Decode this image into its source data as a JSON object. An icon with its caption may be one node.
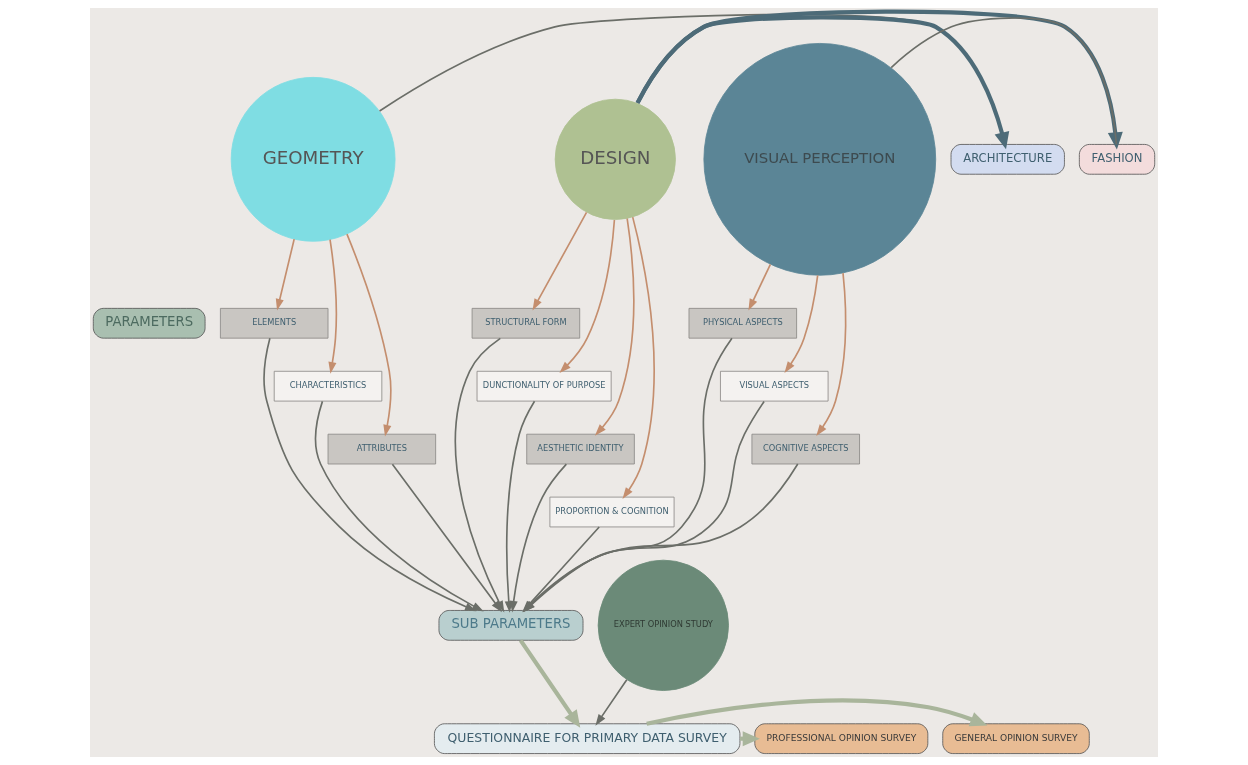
{
  "diagram": {
    "nodes": [
      {
        "text": [
          "GEOMETRY"
        ]
      },
      {
        "text": [
          "ARCHITECTURE"
        ]
      },
      {
        "text": [
          "DESIGN"
        ]
      },
      {
        "text": [
          "FASHION"
        ]
      },
      {
        "text": [
          "VISUAL PERCEPTION"
        ]
      },
      {
        "text": [
          "PARAMETERS"
        ]
      },
      {
        "text": [
          "ELEMENTS"
        ]
      },
      {
        "text": [
          "CHARACTERISTICS"
        ]
      },
      {
        "text": [
          "ATTRIBUTES"
        ]
      },
      {
        "text": [
          "STRUCTURAL FORM"
        ]
      },
      {
        "text": [
          "DUNCTIONALITY OF PURPOSE"
        ]
      },
      {
        "text": [
          "AESTHETIC IDENTITY"
        ]
      },
      {
        "text": [
          "PROPORTION & COGNITION"
        ]
      },
      {
        "text": [
          "PHYSICAL ASPECTS"
        ]
      },
      {
        "text": [
          "VISUAL ASPECTS"
        ]
      },
      {
        "text": [
          "COGNITIVE ASPECTS"
        ]
      },
      {
        "text": [
          "SUB PARAMETERS"
        ]
      },
      {
        "text": [
          "EXPERT OPINION STUDY"
        ]
      },
      {
        "text": [
          "QUESTIONNAIRE FOR PRIMARY DATA SURVEY"
        ]
      },
      {
        "text": [
          "GENERAL OPINION SURVEY"
        ]
      },
      {
        "text": [
          "PROFESSIONAL OPINION SURVEY"
        ]
      }
    ],
    "edges": [
      {
        "from": 1,
        "to": 0,
        "arrow": "none"
      },
      {
        "from": 2,
        "to": 1,
        "arrow": "to",
        "color": "#4d6b78",
        "style": "thick"
      },
      {
        "from": 2,
        "to": 3,
        "arrow": "to",
        "color": "#4d6b78",
        "style": "thick"
      },
      {
        "from": 3,
        "to": 4,
        "arrow": "none"
      },
      {
        "from": 0,
        "to": 6,
        "arrow": "to",
        "color": "#c48e6e"
      },
      {
        "from": 0,
        "to": 7,
        "arrow": "to",
        "color": "#c48e6e"
      },
      {
        "from": 0,
        "to": 8,
        "arrow": "to",
        "color": "#c48e6e"
      },
      {
        "from": 2,
        "to": 9,
        "arrow": "to",
        "color": "#c48e6e"
      },
      {
        "from": 2,
        "to": 10,
        "arrow": "to",
        "color": "#c48e6e"
      },
      {
        "from": 2,
        "to": 11,
        "arrow": "to",
        "color": "#c48e6e"
      },
      {
        "from": 2,
        "to": 12,
        "arrow": "to",
        "color": "#c48e6e"
      },
      {
        "from": 4,
        "to": 13,
        "arrow": "to",
        "color": "#c48e6e"
      },
      {
        "from": 4,
        "to": 14,
        "arrow": "to",
        "color": "#c48e6e"
      },
      {
        "from": 4,
        "to": 15,
        "arrow": "to",
        "color": "#c48e6e"
      },
      {
        "from": 6,
        "to": 16,
        "arrow": "to"
      },
      {
        "from": 7,
        "to": 16,
        "arrow": "to"
      },
      {
        "from": 8,
        "to": 16,
        "arrow": "to"
      },
      {
        "from": 9,
        "to": 16,
        "arrow": "to"
      },
      {
        "from": 10,
        "to": 16,
        "arrow": "to"
      },
      {
        "from": 11,
        "to": 16,
        "arrow": "to"
      },
      {
        "from": 12,
        "to": 16,
        "arrow": "to"
      },
      {
        "from": 13,
        "to": 16,
        "arrow": "to"
      },
      {
        "from": 14,
        "to": 16,
        "arrow": "to"
      },
      {
        "from": 15,
        "to": 16,
        "arrow": "to"
      },
      {
        "from": 17,
        "to": 18,
        "arrow": "to"
      },
      {
        "from": 16,
        "to": 18,
        "arrow": "to",
        "style": "thick",
        "color": "#a9b59b"
      },
      {
        "from": 18,
        "to": 19,
        "arrow": "to",
        "style": "thick",
        "color": "#a9b59b"
      },
      {
        "from": 18,
        "to": 20,
        "arrow": "to",
        "style": "thick",
        "color": "#a9b59b"
      }
    ]
  }
}
